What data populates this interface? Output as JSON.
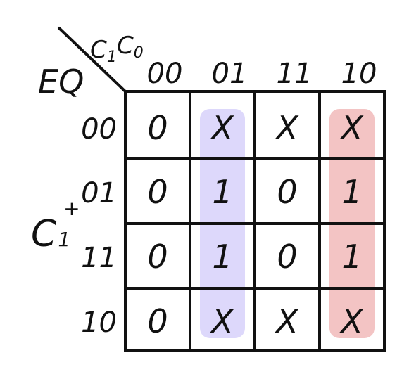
{
  "diagram": {
    "corner": {
      "row_var": "EQ",
      "col_var_1": "C",
      "col_var_1_sub": "1",
      "col_var_0": "C",
      "col_var_0_sub": "0"
    },
    "row_group_label": {
      "main": "C",
      "sub": "1",
      "sup": "+"
    },
    "col_headers": [
      "00",
      "01",
      "11",
      "10"
    ],
    "row_headers": [
      "00",
      "01",
      "11",
      "10"
    ],
    "cells": [
      [
        "0",
        "X",
        "X",
        "X"
      ],
      [
        "0",
        "1",
        "0",
        "1"
      ],
      [
        "0",
        "1",
        "0",
        "1"
      ],
      [
        "0",
        "X",
        "X",
        "X"
      ]
    ],
    "groups": [
      {
        "column_index": 1,
        "color": "#ddd8fb"
      },
      {
        "column_index": 3,
        "color": "#f3c4c4"
      }
    ],
    "line_color": "#111111"
  }
}
